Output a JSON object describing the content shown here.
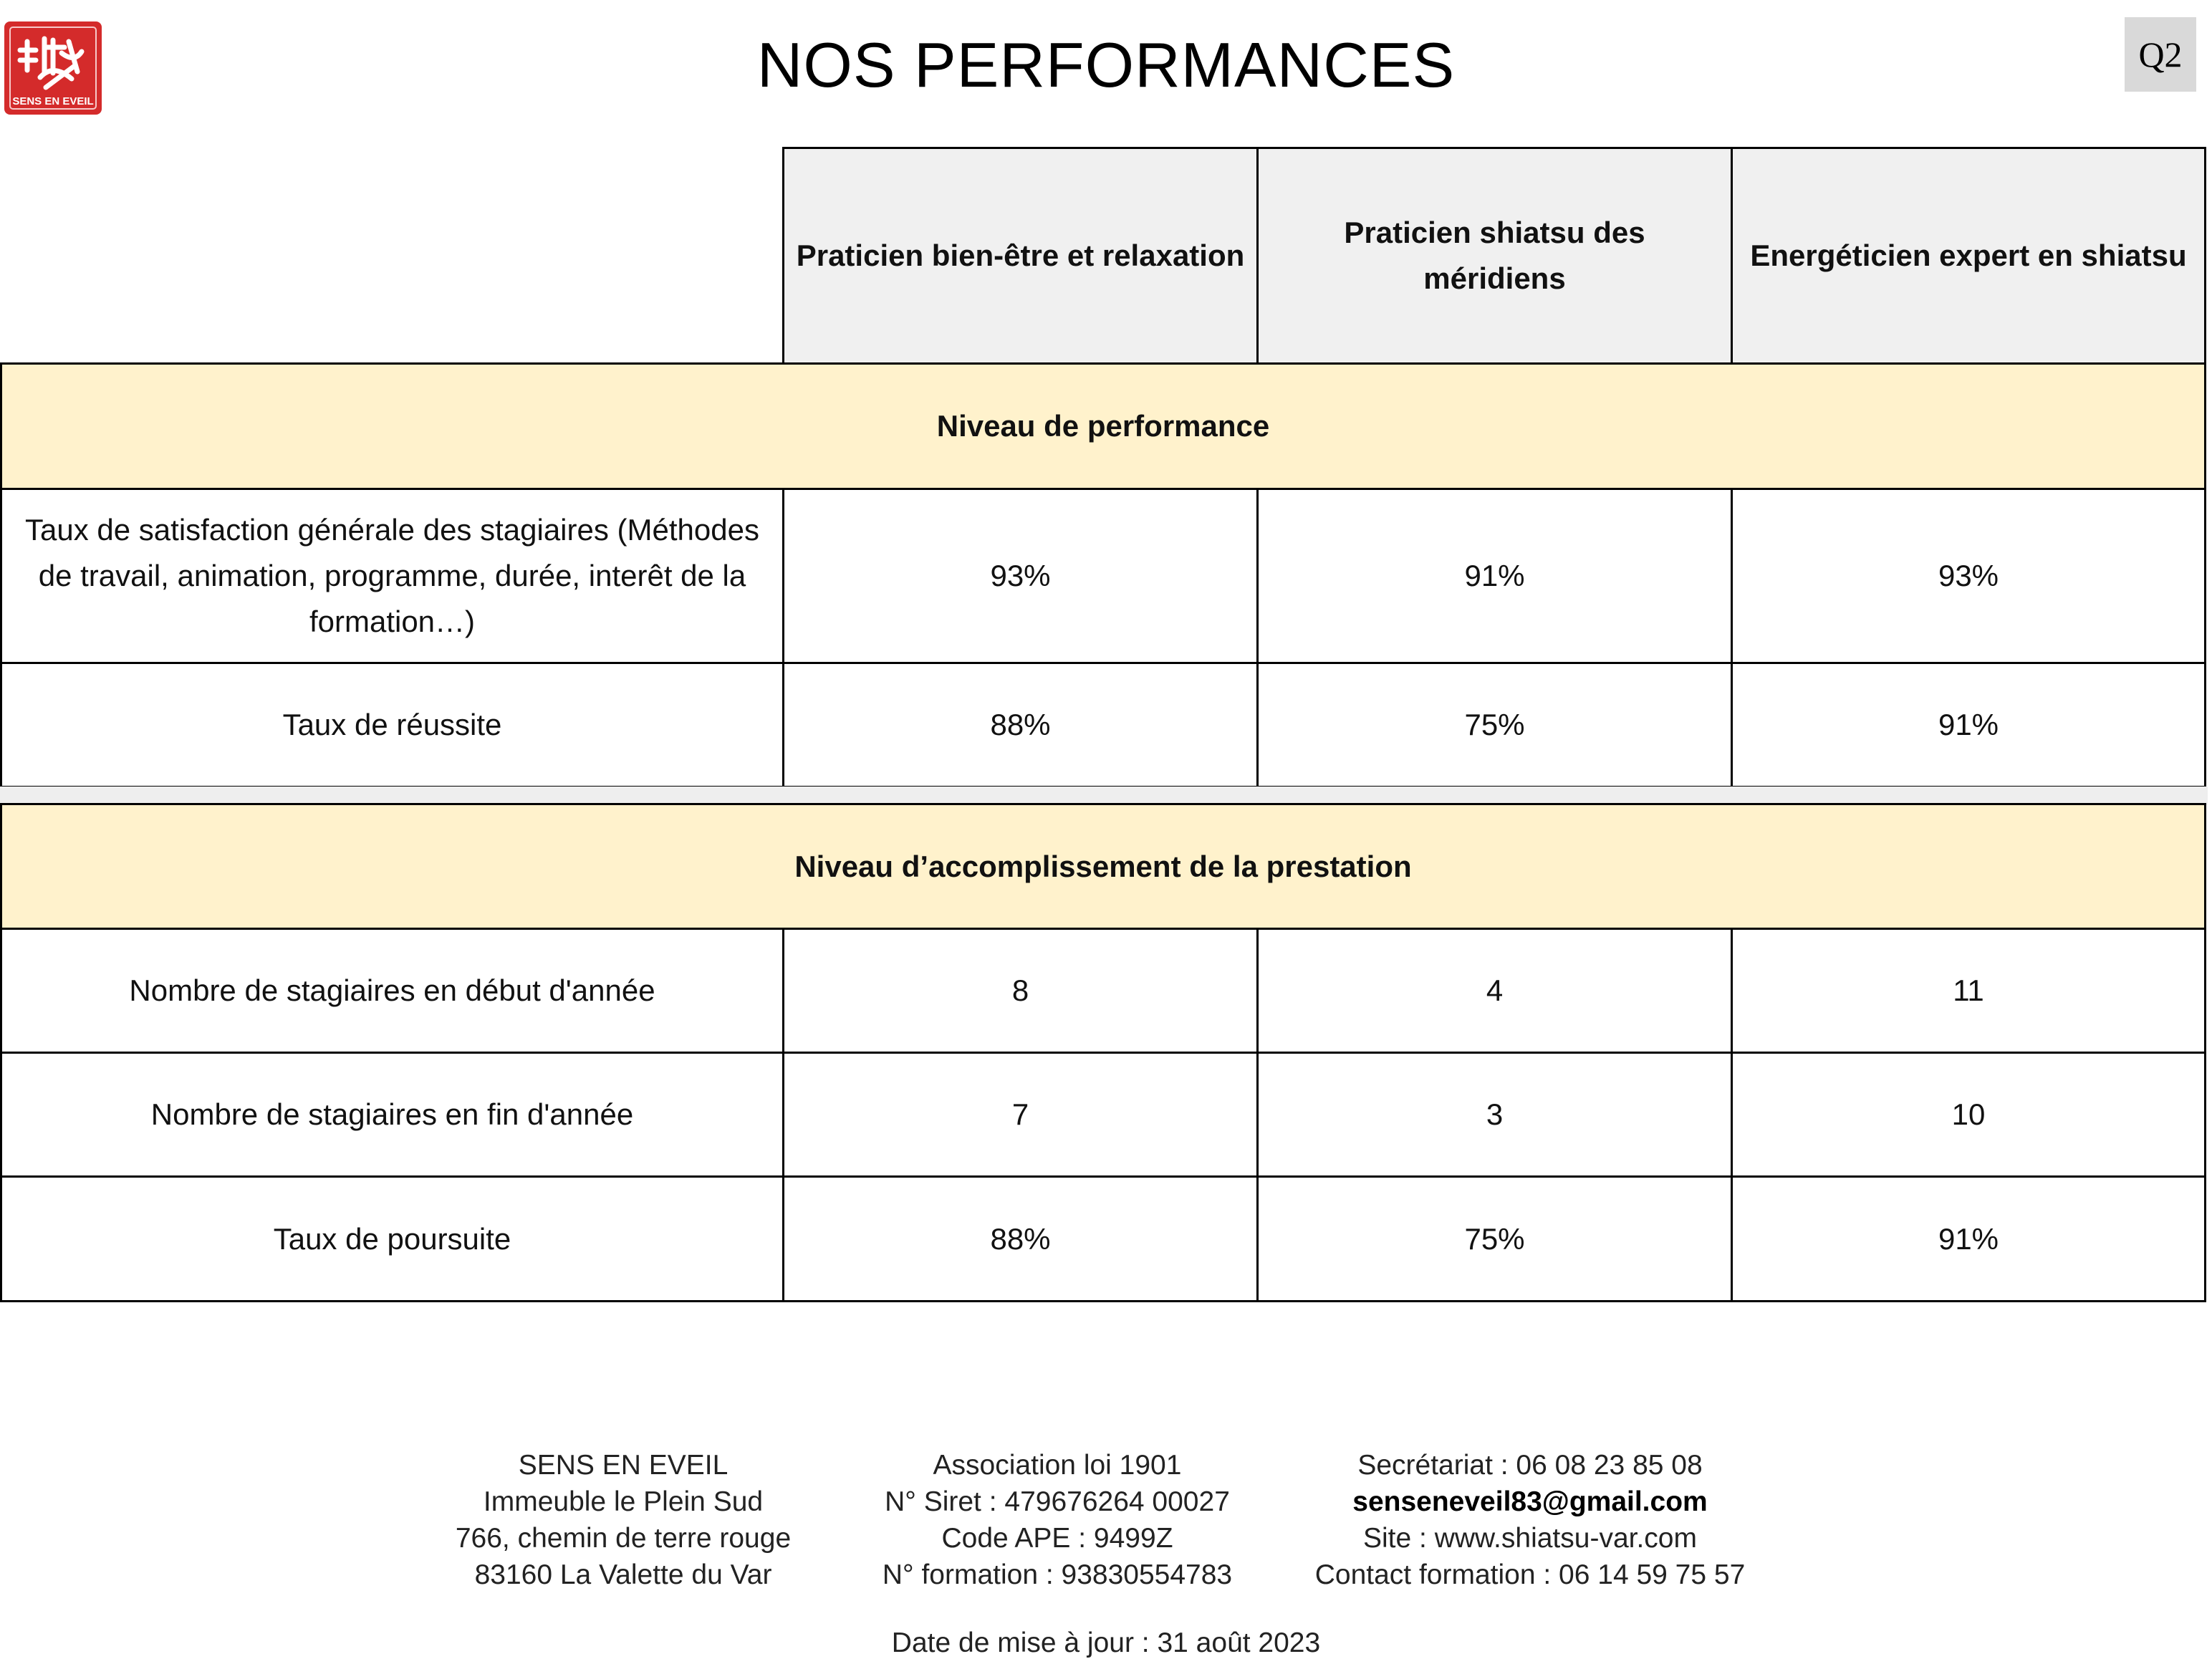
{
  "header": {
    "logo_text": "SENS EN EVEIL",
    "title": "NOS PERFORMANCES",
    "badge": "Q2"
  },
  "table": {
    "columns": [
      "Praticien bien-être et relaxation",
      "Praticien shiatsu des méridiens",
      "Energéticien expert en shiatsu"
    ],
    "sections": [
      {
        "title": "Niveau de performance",
        "rows": [
          {
            "label": "Taux de satisfaction générale des stagiaires (Méthodes de travail, animation, programme, durée, interêt de la formation…)",
            "values": [
              "93%",
              "91%",
              "93%"
            ]
          },
          {
            "label": "Taux de réussite",
            "values": [
              "88%",
              "75%",
              "91%"
            ]
          }
        ]
      },
      {
        "title": "Niveau d’accomplissement de la prestation",
        "rows": [
          {
            "label": "Nombre de stagiaires en début d'année",
            "values": [
              "8",
              "4",
              "11"
            ]
          },
          {
            "label": "Nombre de stagiaires en fin d'année",
            "values": [
              "7",
              "3",
              "10"
            ]
          },
          {
            "label": "Taux de poursuite",
            "values": [
              "88%",
              "75%",
              "91%"
            ]
          }
        ]
      }
    ]
  },
  "footer": {
    "address": [
      "SENS EN EVEIL",
      "Immeuble le Plein Sud",
      "766, chemin de terre rouge",
      "83160 La Valette du Var"
    ],
    "legal": [
      "Association loi 1901",
      "N° Siret : 479676264 00027",
      "Code APE : 9499Z",
      "N° formation : 93830554783"
    ],
    "contact": [
      "Secrétariat : 06 08 23 85 08",
      "senseneveil83@gmail.com",
      "Site : www.shiatsu-var.com",
      "Contact formation : 06 14 59 75 57"
    ],
    "update_date": "Date de mise à jour : 31 août 2023"
  },
  "colors": {
    "header_fill": "#f0f0f0",
    "section_fill": "#fff2cc",
    "logo_red": "#d42b2b"
  }
}
